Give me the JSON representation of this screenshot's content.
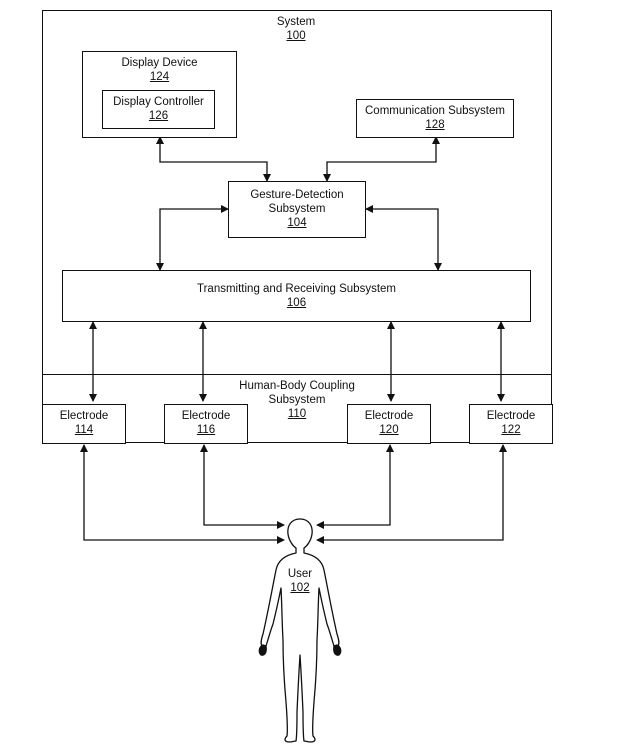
{
  "system": {
    "title": "System",
    "number": "100"
  },
  "display_device": {
    "title": "Display Device",
    "number": "124"
  },
  "display_controller": {
    "title": "Display Controller",
    "number": "126"
  },
  "communication": {
    "title": "Communication Subsystem",
    "number": "128"
  },
  "gesture": {
    "title_line1": "Gesture-Detection",
    "title_line2": "Subsystem",
    "number": "104"
  },
  "transceiver": {
    "title": "Transmitting and Receiving Subsystem",
    "number": "106"
  },
  "coupling": {
    "title_line1": "Human-Body Coupling",
    "title_line2": "Subsystem",
    "number": "110"
  },
  "electrodes": [
    {
      "title": "Electrode",
      "number": "114"
    },
    {
      "title": "Electrode",
      "number": "116"
    },
    {
      "title": "Electrode",
      "number": "120"
    },
    {
      "title": "Electrode",
      "number": "122"
    }
  ],
  "user": {
    "title": "User",
    "number": "102"
  }
}
